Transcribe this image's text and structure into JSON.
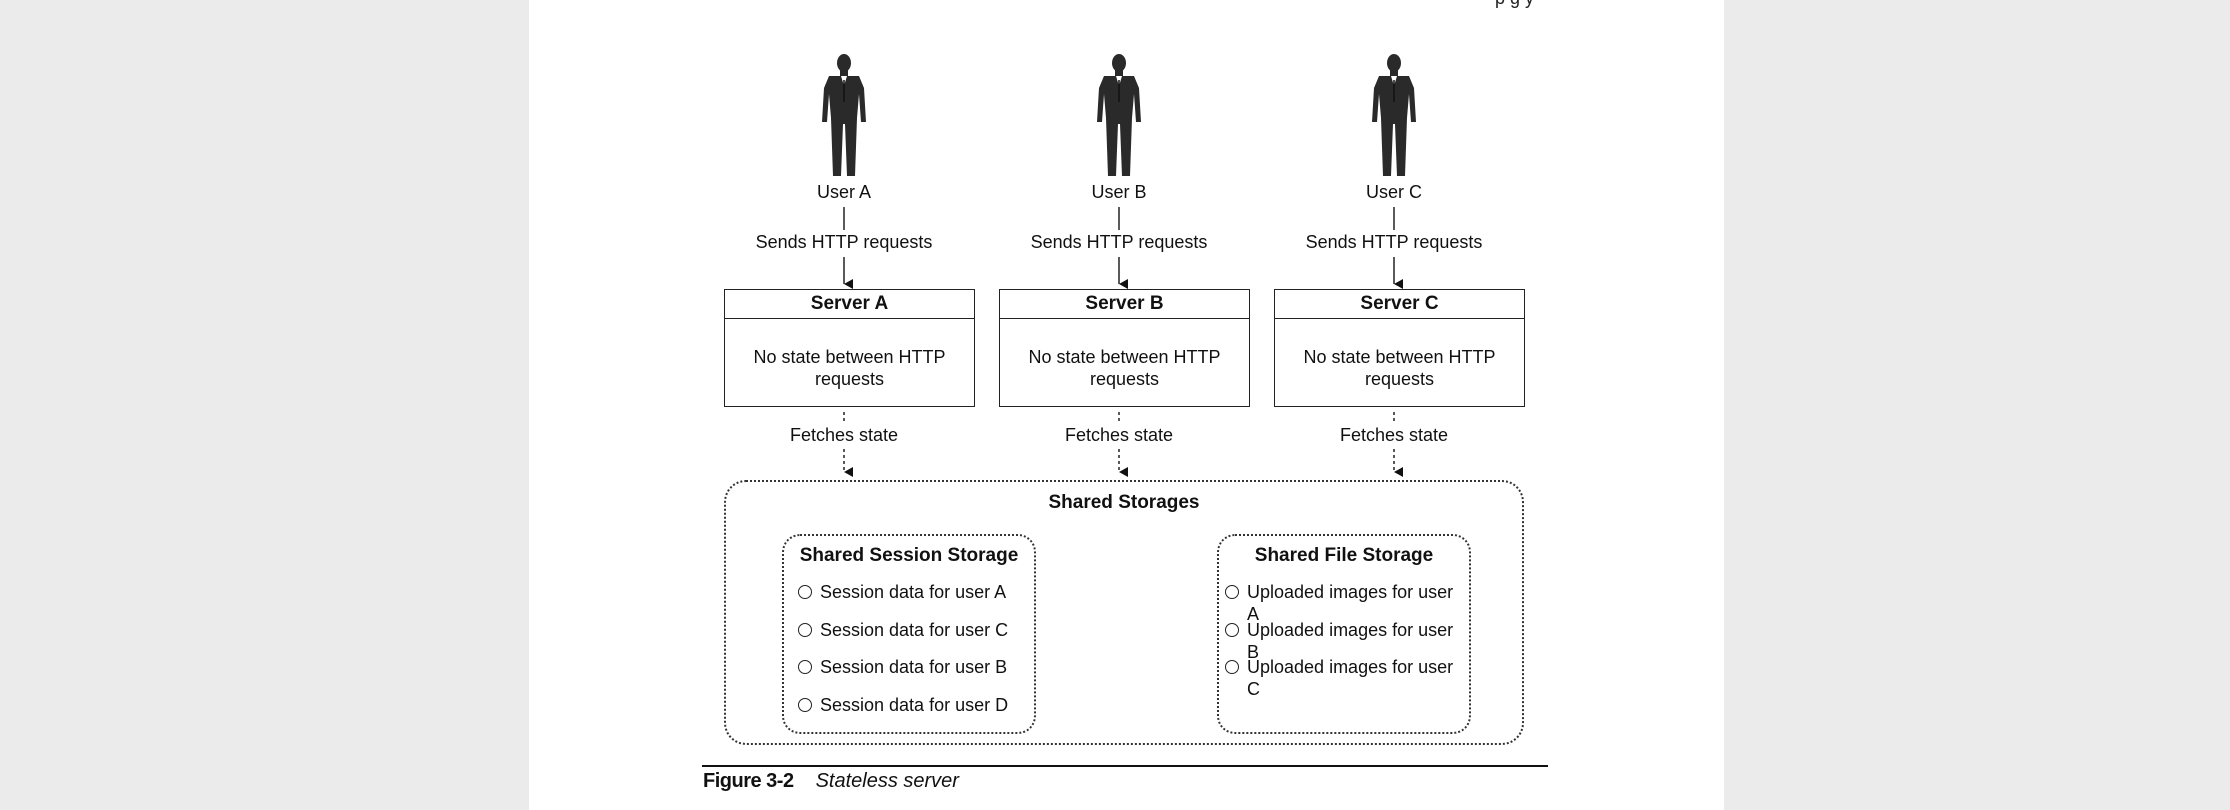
{
  "top_text": "p       g             y",
  "users": [
    {
      "label": "User A"
    },
    {
      "label": "User B"
    },
    {
      "label": "User C"
    }
  ],
  "request_label": "Sends HTTP requests",
  "servers": [
    {
      "title": "Server A",
      "body": "No state between HTTP requests"
    },
    {
      "title": "Server B",
      "body": "No state between HTTP requests"
    },
    {
      "title": "Server C",
      "body": "No state between HTTP requests"
    }
  ],
  "fetch_label": "Fetches state",
  "shared": {
    "title": "Shared Storages",
    "session": {
      "title": "Shared Session Storage",
      "items": [
        "Session data for user A",
        "Session data for user C",
        "Session data for user B",
        "Session data for user D"
      ]
    },
    "file": {
      "title": "Shared File Storage",
      "items": [
        "Uploaded images for user A",
        "Uploaded images for user B",
        "Uploaded images for user C"
      ]
    }
  },
  "caption": {
    "number": "Figure 3-2",
    "text": "Stateless server"
  }
}
